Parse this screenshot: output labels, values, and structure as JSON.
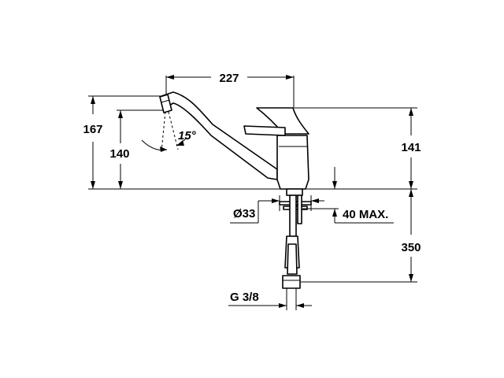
{
  "dimensions": {
    "spout_reach": "227",
    "total_height": "167",
    "spout_height": "140",
    "body_height": "141",
    "swivel_angle": "15°",
    "hole_diameter": "Ø33",
    "max_thickness": "40 MAX.",
    "hose_length": "350",
    "thread": "G 3/8"
  }
}
